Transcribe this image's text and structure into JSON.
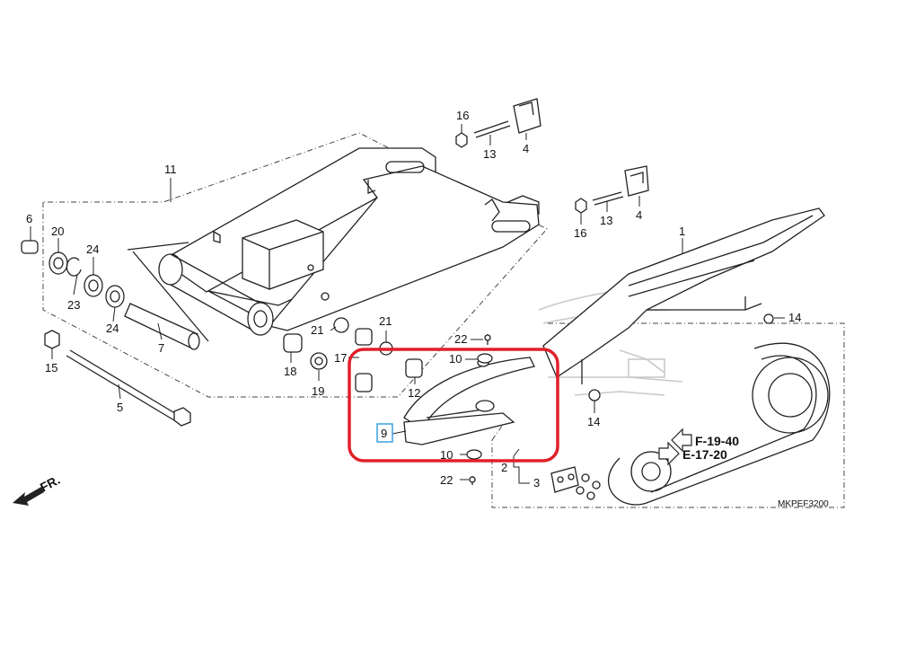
{
  "callouts": {
    "p1": "1",
    "p2": "2",
    "p3": "3",
    "p4a": "4",
    "p4b": "4",
    "p5": "5",
    "p6": "6",
    "p7": "7",
    "p9": "9",
    "p10a": "10",
    "p10b": "10",
    "p11": "11",
    "p12": "12",
    "p13a": "13",
    "p13b": "13",
    "p14a": "14",
    "p14b": "14",
    "p15": "15",
    "p16a": "16",
    "p16b": "16",
    "p17": "17",
    "p18": "18",
    "p19": "19",
    "p20": "20",
    "p21a": "21",
    "p21b": "21",
    "p22a": "22",
    "p22b": "22",
    "p23": "23",
    "p24a": "24",
    "p24b": "24"
  },
  "references": {
    "ref1": "F-19-40",
    "ref2": "E-17-20"
  },
  "front_marker": "FR.",
  "diagram_code": "MKPEF3200",
  "highlight": {
    "color": "#e0202a",
    "target_part": "9",
    "label_box_color": "#3aa0e0"
  }
}
